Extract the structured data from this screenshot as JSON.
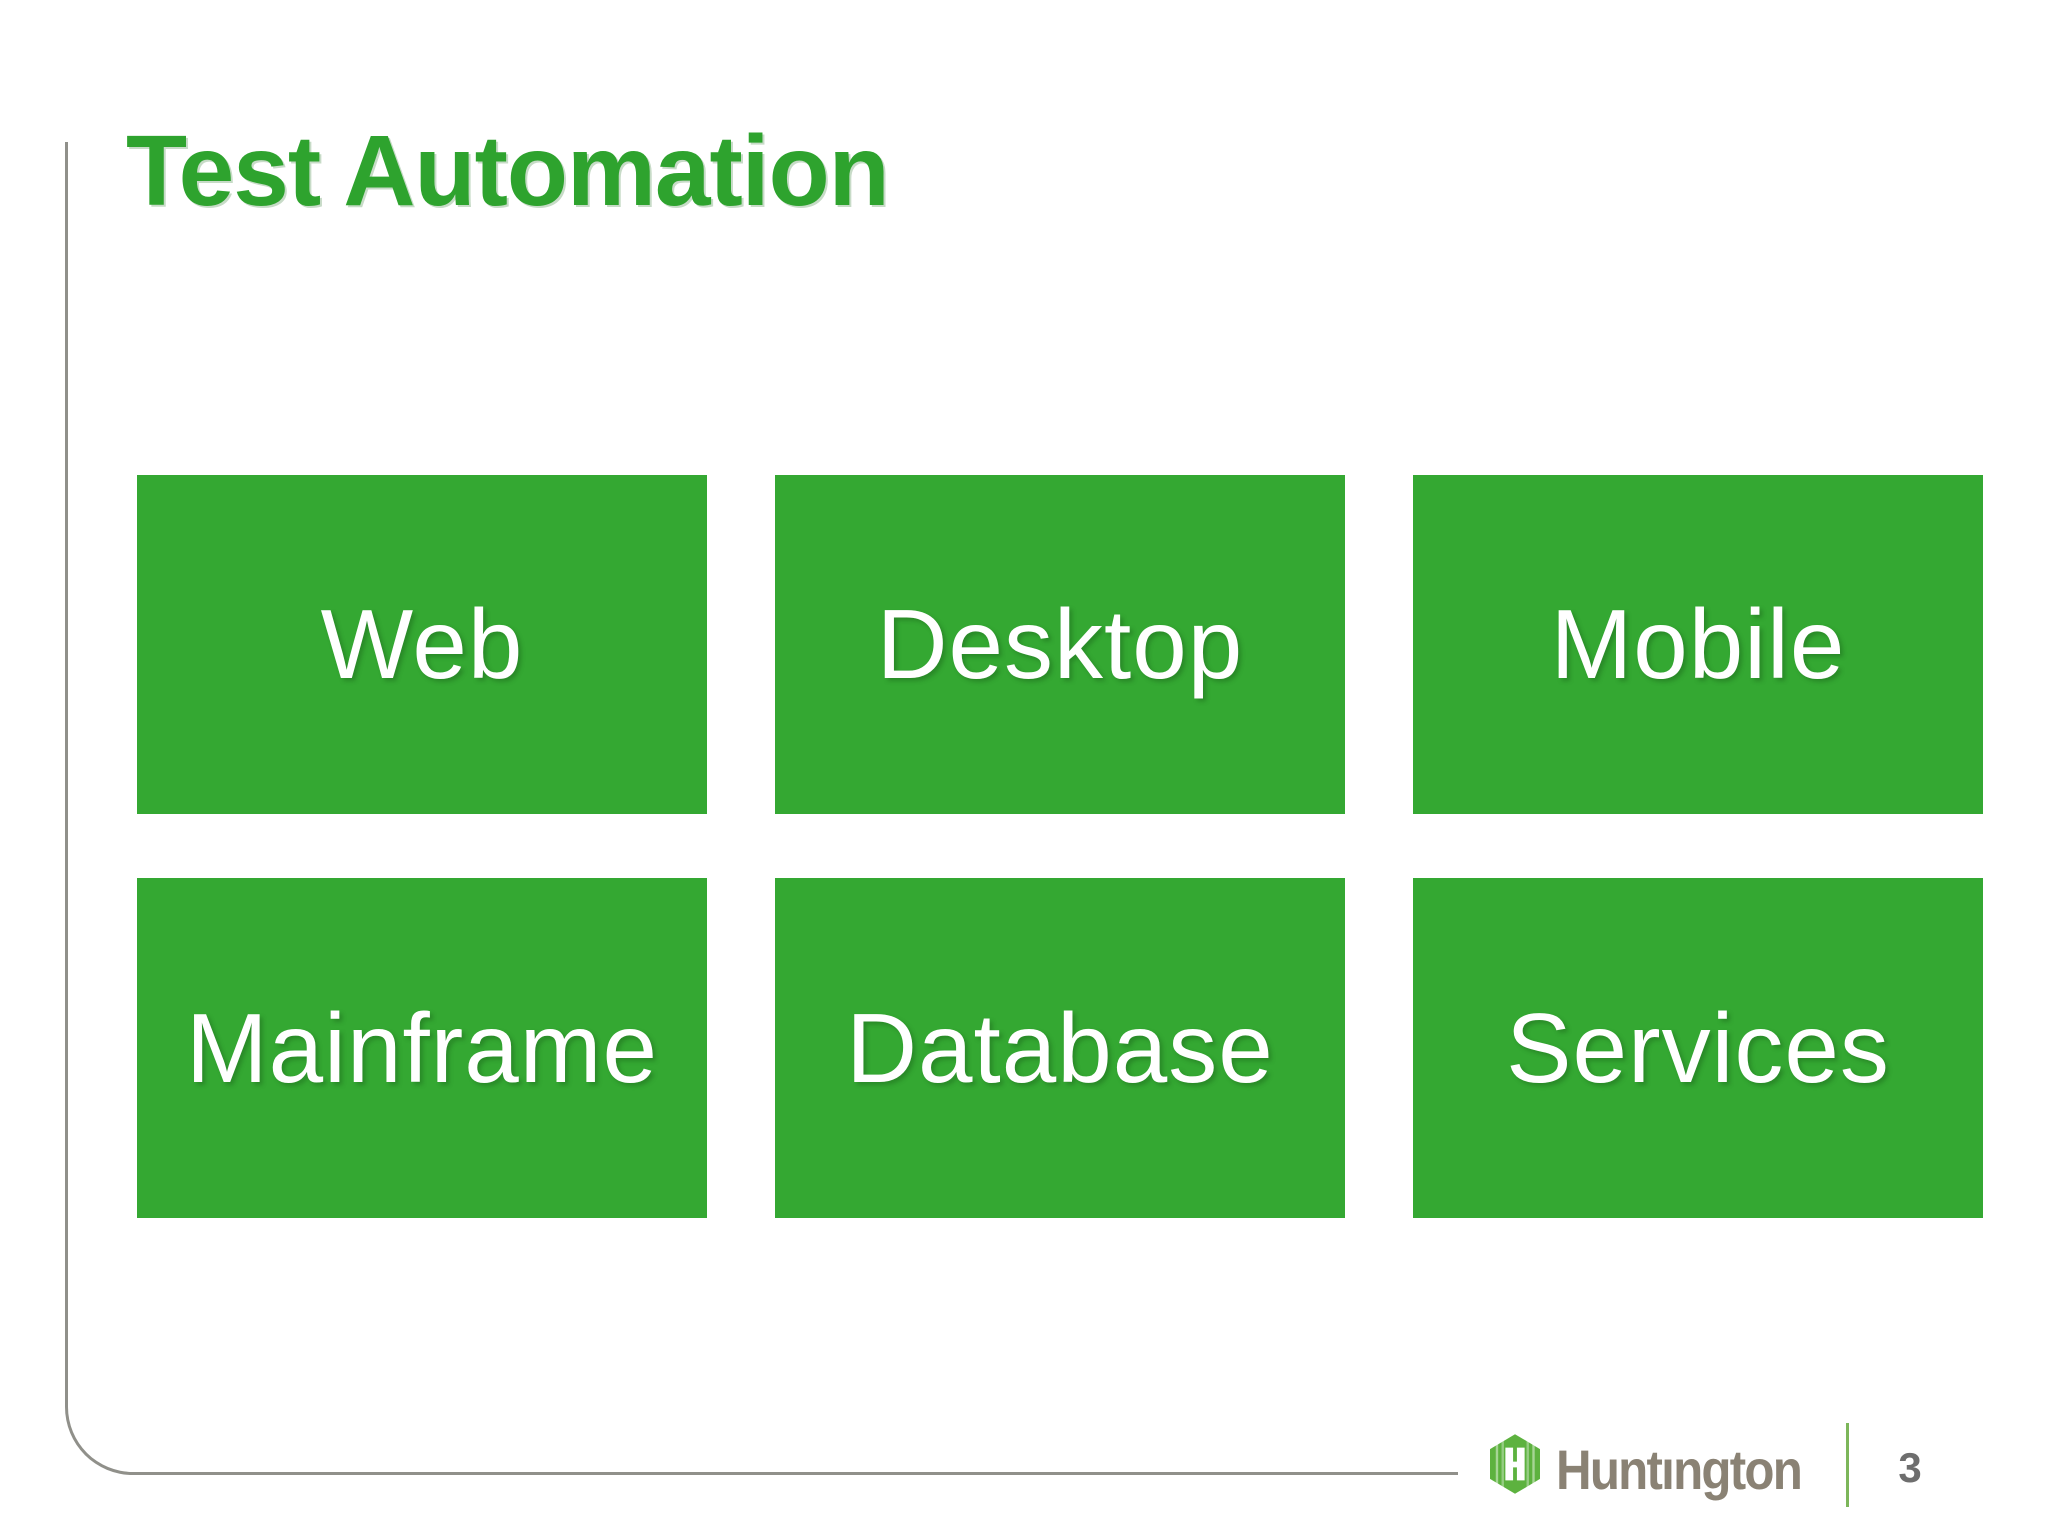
{
  "slide": {
    "title": "Test Automation",
    "boxes": [
      {
        "label": "Web"
      },
      {
        "label": "Desktop"
      },
      {
        "label": "Mobile"
      },
      {
        "label": "Mainframe"
      },
      {
        "label": "Database"
      },
      {
        "label": "Services"
      }
    ],
    "footer": {
      "brand": "Huntıngton",
      "page_number": "3",
      "logo_icon": "huntington-hexagon-logo"
    },
    "colors": {
      "title_green": "#2ea32e",
      "box_green": "#34a832",
      "box_label_white": "#ffffff",
      "frame_gray": "#90908a",
      "brand_taupe": "#8a8274",
      "logo_green": "#5db23f",
      "separator_green": "#7cb65a",
      "page_number_gray": "#6e6e6e"
    }
  }
}
